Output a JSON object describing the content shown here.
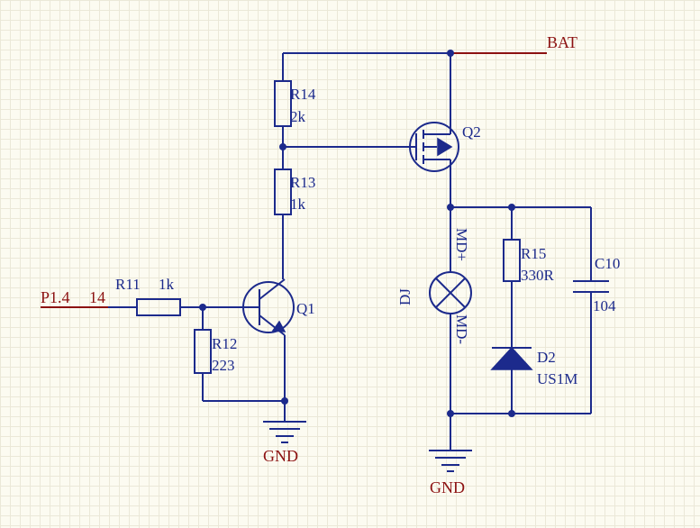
{
  "nets": {
    "bat": "BAT",
    "gnd_left": "GND",
    "gnd_right": "GND",
    "port": "P1.4",
    "pin": "14"
  },
  "components": {
    "r11": {
      "designator": "R11",
      "value": "1k"
    },
    "r12": {
      "designator": "R12",
      "value": "223"
    },
    "r13": {
      "designator": "R13",
      "value": "1k"
    },
    "r14": {
      "designator": "R14",
      "value": "2k"
    },
    "r15": {
      "designator": "R15",
      "value": "330R"
    },
    "q1": {
      "designator": "Q1"
    },
    "q2": {
      "designator": "Q2"
    },
    "c10": {
      "designator": "C10",
      "value": "104"
    },
    "d2": {
      "designator": "D2",
      "value": "US1M"
    },
    "dj": {
      "designator": "DJ",
      "pin_plus": "MD+",
      "pin_minus": "MD-"
    }
  },
  "colors": {
    "wire": "#1c2a8c",
    "net_label": "#8c1111",
    "background": "#fcfbf1",
    "grid": "#ebe8d8"
  }
}
